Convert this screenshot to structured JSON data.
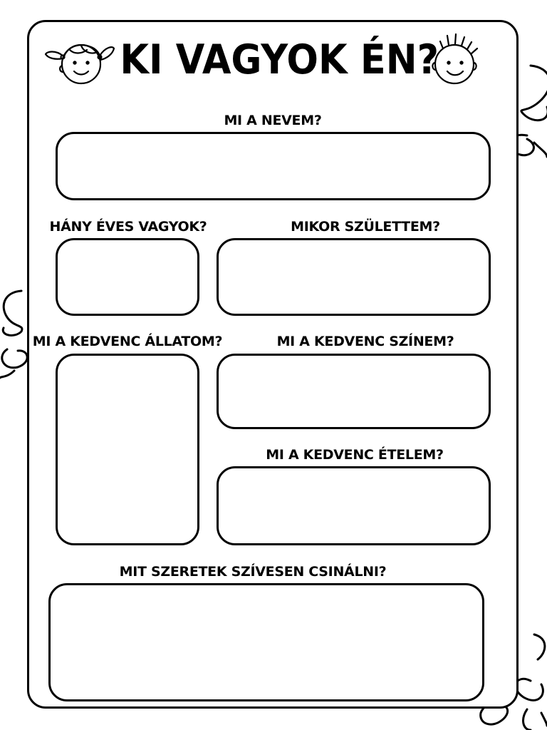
{
  "worksheet": {
    "title": "KI VAGYOK ÉN?",
    "questions": {
      "name": "MI A NEVEM?",
      "age": "HÁNY ÉVES VAGYOK?",
      "birthday": "MIKOR SZÜLETTEM?",
      "animal": "MI A KEDVENC ÁLLATOM?",
      "color": "MI A KEDVENC SZÍNEM?",
      "food": "MI A KEDVENC ÉTELEM?",
      "hobby": "MIT SZERETEK SZÍVESEN  CSINÁLNI?"
    },
    "icons": {
      "left": "girl-face-icon",
      "right": "boy-face-icon",
      "decoration": "squiggle-doodle"
    }
  }
}
